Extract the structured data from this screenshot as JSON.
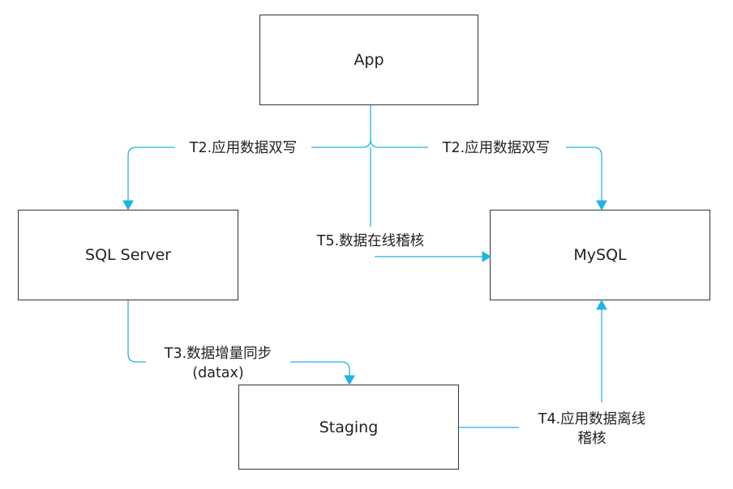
{
  "nodes": {
    "app": "App",
    "sqlserver": "SQL Server",
    "mysql": "MySQL",
    "staging": "Staging"
  },
  "edges": {
    "t2_left": "T2.应用数据双写",
    "t2_right": "T2.应用数据双写",
    "t5": "T5.数据在线稽核",
    "t3_line1": "T3.数据增量同步",
    "t3_line2": "(datax)",
    "t4_line1": "T4.应用数据离线",
    "t4_line2": "稽核"
  },
  "colors": {
    "edge": "#1fb4e3",
    "node_border": "#333333",
    "text": "#222222"
  }
}
